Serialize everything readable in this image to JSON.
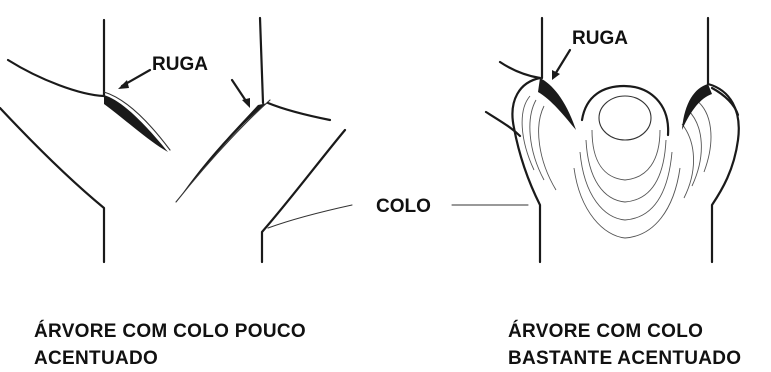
{
  "left_figure": {
    "ruga_label": "RUGA",
    "caption_line1": "ÁRVORE COM COLO POUCO",
    "caption_line2": "ACENTUADO"
  },
  "right_figure": {
    "ruga_label": "RUGA",
    "colo_label": "COLO",
    "caption_line1": "ÁRVORE COM COLO",
    "caption_line2": "BASTANTE ACENTUADO"
  },
  "colors": {
    "ink": "#1a1a1a",
    "background": "#ffffff"
  }
}
